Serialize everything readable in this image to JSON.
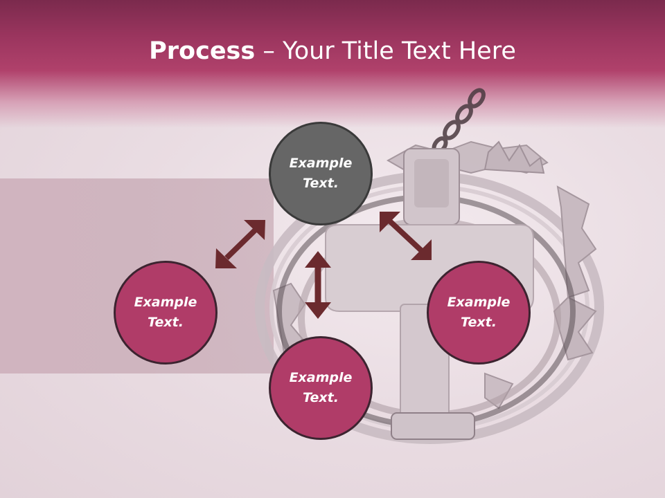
{
  "slide": {
    "title_bold": "Process",
    "title_rest": " – Your Title Text Here"
  },
  "nodes": {
    "top": {
      "label": "Example Text."
    },
    "left": {
      "label": "Example Text."
    },
    "bottom": {
      "label": "Example Text."
    },
    "right": {
      "label": "Example Text."
    }
  },
  "colors": {
    "header": "#9a355e",
    "circle_fill": "#b03c68",
    "center_circle_fill": "#666666",
    "arrow": "#6b2a2e"
  },
  "icons": [
    "bear-trap-image",
    "double-arrow-icon"
  ]
}
